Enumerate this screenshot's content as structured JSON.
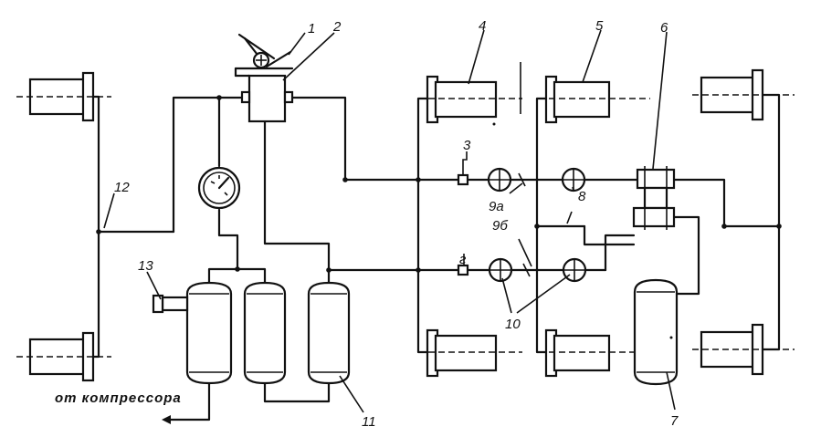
{
  "labels": {
    "l1": "1",
    "l2": "2",
    "l3": "3",
    "l4": "4",
    "l5": "5",
    "l6": "6",
    "l7": "7",
    "l8": "8",
    "l9a": "9а",
    "l9b": "9б",
    "l10": "10",
    "l11": "11",
    "l12": "12",
    "l13": "13",
    "lr": "г"
  },
  "caption": "от компрессора"
}
